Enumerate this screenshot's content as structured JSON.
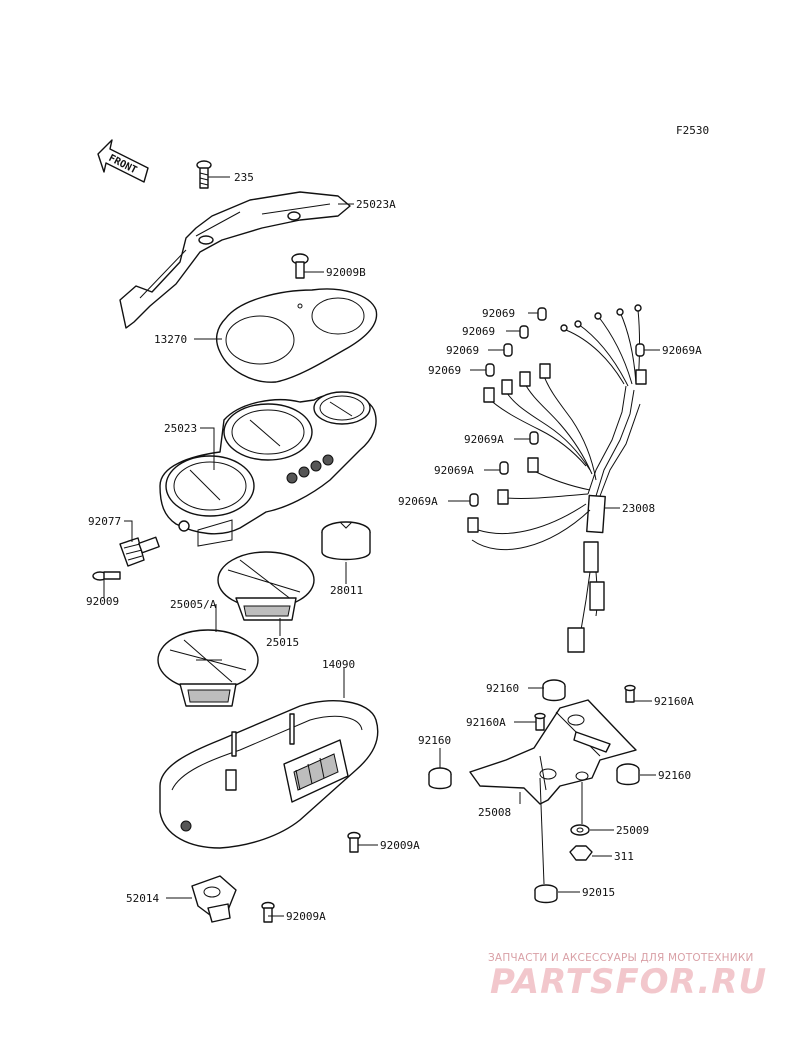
{
  "figure_code": "F2530",
  "front_label": "FRONT",
  "parts": {
    "p235": "235",
    "p25023A": "25023A",
    "p92009B": "92009B",
    "p13270": "13270",
    "p25023": "25023",
    "p92077": "92077",
    "p92009": "92009",
    "p28011": "28011",
    "p25005A": "25005/A",
    "p25015": "25015",
    "p14090": "14090",
    "p92009A_1": "92009A",
    "p52014": "52014",
    "p92009A_2": "92009A",
    "p92069_1": "92069",
    "p92069_2": "92069",
    "p92069_3": "92069",
    "p92069_4": "92069",
    "p92069A_1": "92069A",
    "p92069A_2": "92069A",
    "p92069A_3": "92069A",
    "p92069A_4": "92069A",
    "p23008": "23008",
    "p92160_1": "92160",
    "p92160A_1": "92160A",
    "p92160A_2": "92160A",
    "p92160_2": "92160",
    "p92160_3": "92160",
    "p25008": "25008",
    "p25009": "25009",
    "p311": "311",
    "p92015": "92015"
  },
  "watermark": {
    "tagline": "ЗАПЧАСТИ И АКСЕССУАРЫ ДЛЯ МОТОТЕХНИКИ",
    "brand": "PARTSFOR.RU"
  }
}
